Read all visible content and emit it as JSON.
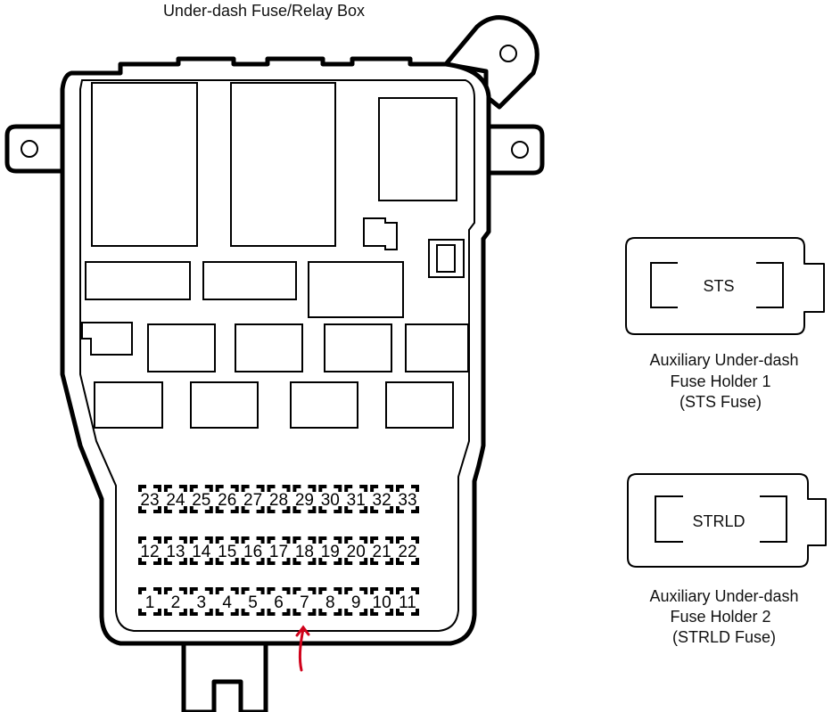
{
  "title": "Under-dash Fuse/Relay Box",
  "fuse_rows": [
    [
      "23",
      "24",
      "25",
      "26",
      "27",
      "28",
      "29",
      "30",
      "31",
      "32",
      "33"
    ],
    [
      "12",
      "13",
      "14",
      "15",
      "16",
      "17",
      "18",
      "19",
      "20",
      "21",
      "22"
    ],
    [
      "1",
      "2",
      "3",
      "4",
      "5",
      "6",
      "7",
      "8",
      "9",
      "10",
      "11"
    ]
  ],
  "aux_holders": [
    {
      "fuse": "STS",
      "caption": [
        "Auxiliary Under-dash",
        "Fuse Holder 1",
        "(STS Fuse)"
      ]
    },
    {
      "fuse": "STRLD",
      "caption": [
        "Auxiliary Under-dash",
        "Fuse Holder 2",
        "(STRLD Fuse)"
      ]
    }
  ],
  "annotation": {
    "marked_fuse": "7",
    "arrow_color": "#d0021b"
  }
}
